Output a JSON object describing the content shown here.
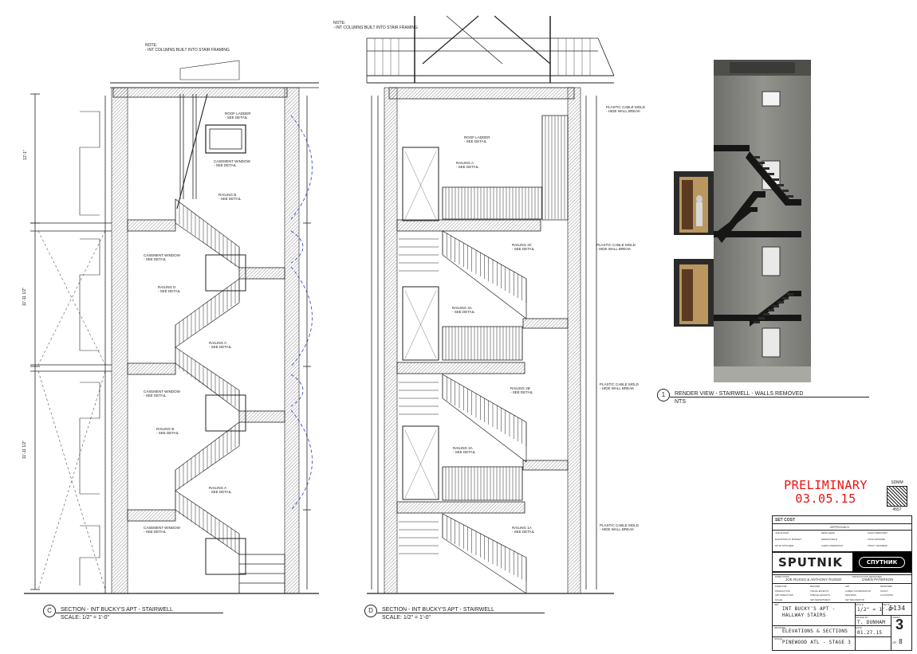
{
  "notes": {
    "top_left": [
      "NOTE:",
      "- INT COLUMNS BUILT INTO STAIR FRAMING"
    ],
    "top_mid": [
      "NOTE:",
      "- INT COLUMNS BUILT INTO STAIR FRAMING"
    ]
  },
  "section_c": {
    "marker": "C",
    "title": "SECTION - INT BUCKY'S APT - STAIRWELL",
    "scale": "SCALE: 1/2\" = 1'-0\"",
    "callouts": [
      "ROOF LADDER",
      "- SEE DETAIL",
      "CASEMENT WINDOW",
      "- SEE DETAIL",
      "RAILING B",
      "- SEE DETAIL",
      "CASEMENT WINDOW",
      "- SEE DETAIL",
      "RAILING D",
      "- SEE DETAIL",
      "RAILING C",
      "- SEE DETAIL",
      "CASEMENT WINDOW",
      "- SEE DETAIL",
      "RAILING B",
      "- SEE DETAIL",
      "RAILING A",
      "- SEE DETAIL",
      "CASEMENT WINDOW",
      "- SEE DETAIL"
    ],
    "dims_left": [
      "12'-1\"",
      "11'-11 1/2\"",
      "11'-11 1/2\""
    ]
  },
  "section_d": {
    "marker": "D",
    "title": "SECTION - INT BUCKY'S APT - STAIRWELL",
    "scale": "SCALE: 1/2\" = 1'-0\"",
    "callouts": [
      "ROOF LADDER",
      "- SEE DETAIL",
      "RAILING A",
      "- SEE DETAIL",
      "RAILING 3C",
      "- SEE DETAIL",
      "RAILING 3A",
      "- SEE DETAIL",
      "RAILING 2B",
      "- SEE DETAIL",
      "RAILING 2A",
      "- SEE DETAIL",
      "RAILING 1A",
      "- SEE DETAIL"
    ],
    "wall_notes": [
      "PLASTIC CABLE MOLD",
      "- HIDE WALL BREAK"
    ]
  },
  "render": {
    "marker": "1",
    "title": "RENDER VIEW - STAIRWELL - WALLS REMOVED",
    "scale": "NTS"
  },
  "stamp": {
    "line1": "PRELIMINARY",
    "line2": "03.05.15"
  },
  "seal": {
    "top": "SDMM",
    "bottom": "4557"
  },
  "title_block": {
    "set_cost": "SET COST",
    "approvals": "APPROVALS",
    "approval_rows": [
      [
        "JOE RUSSO",
        "NESS HEIDI",
        "CAMI STEPFORD"
      ],
      [
        "ELEVATION IF BUDGET",
        "NERMA FIELD",
        "KATE MONDRE"
      ],
      [
        "RUTH MITCHEM",
        "CARDI ANDERSON",
        "TRACY MCDREW"
      ]
    ],
    "logo": "SPUTNIK",
    "logo_alt": "СПУТНИК",
    "directors_label": "DIRECTORS",
    "directors": "JOE RUSSO & ANTHONY RUSSO",
    "designer_label": "PRODUCTION DESIGNER",
    "designer": "OWEN PATERSON",
    "credit_rows": [
      [
        "DIRECTOR",
        "RECORD",
        "ART",
        "DESIGNER"
      ],
      [
        "PRODUCTION",
        "VISUAL EFFECTS",
        "CAMEO COORDINATOR",
        "SCOUT"
      ],
      [
        "ART DIRECTORS",
        "SPECIAL EFFECTS",
        "PAINTERS",
        "LOCATIONS"
      ],
      [
        "SCALE",
        "SET DEPARTMENT",
        "SET DECORATOR",
        ""
      ]
    ],
    "set_label": "SET",
    "set_name": [
      "INT BUCKY'S APT -",
      "HALLWAY STAIRS"
    ],
    "scale_label": "SCALE",
    "scale_value": "1/2\" = 1'-0\"",
    "number_label": "SET #",
    "number": "5134",
    "drawn_label": "DRAWN BY",
    "drawn_by": "T. DUNHAM",
    "sheet_label": "SHEET",
    "sheet": "3",
    "date_label": "DATE",
    "date": "01.27.15",
    "drawing_label": "DRAWING",
    "drawing": "ELEVATIONS & SECTIONS",
    "stage_label": "STAGE",
    "stage": "PINEWOOD ATL - STAGE 3",
    "of_label": "OF",
    "of": "8"
  }
}
